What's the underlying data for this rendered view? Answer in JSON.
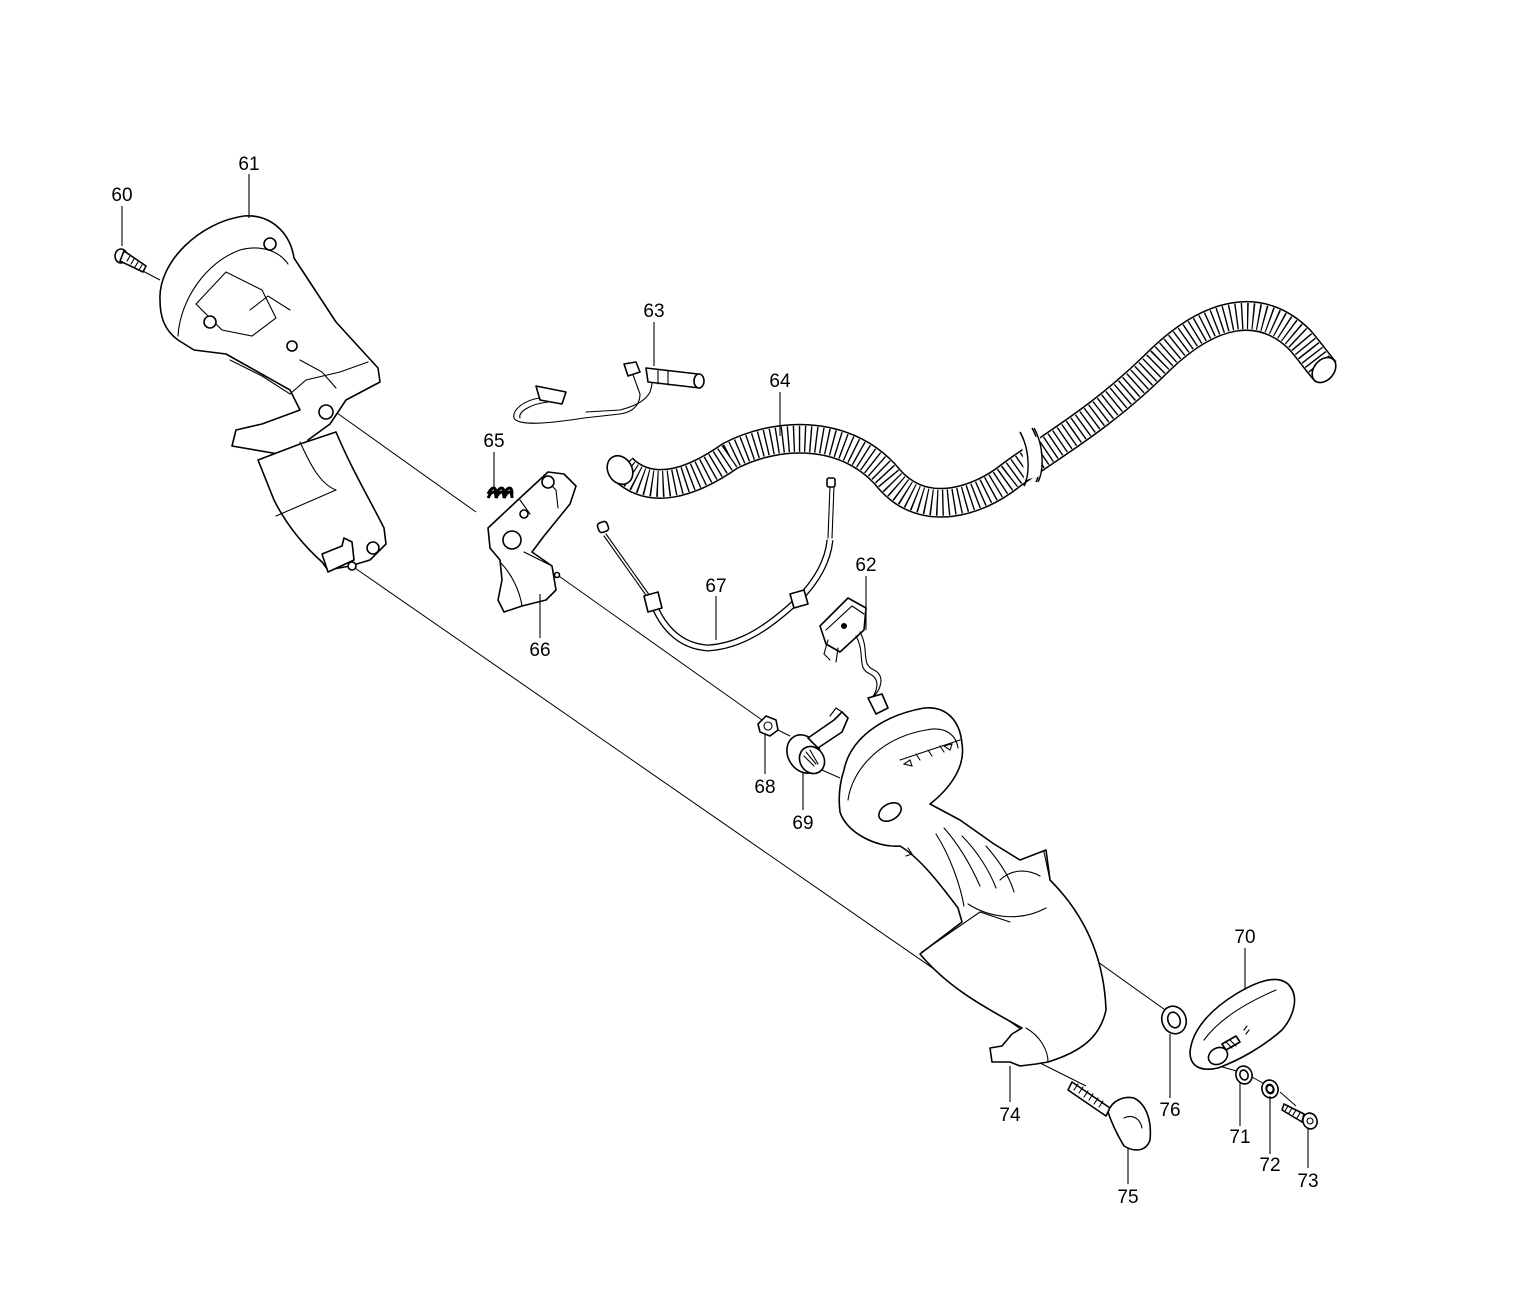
{
  "parts": [
    {
      "id": "60",
      "name": "screw"
    },
    {
      "id": "61",
      "name": "handle-half-left"
    },
    {
      "id": "62",
      "name": "switch"
    },
    {
      "id": "63",
      "name": "wire-lead"
    },
    {
      "id": "64",
      "name": "corrugated-tube"
    },
    {
      "id": "65",
      "name": "spring"
    },
    {
      "id": "66",
      "name": "throttle-trigger"
    },
    {
      "id": "67",
      "name": "throttle-cable"
    },
    {
      "id": "68",
      "name": "nut"
    },
    {
      "id": "69",
      "name": "switch-knob"
    },
    {
      "id": "70",
      "name": "cover"
    },
    {
      "id": "71",
      "name": "washer"
    },
    {
      "id": "72",
      "name": "washer"
    },
    {
      "id": "73",
      "name": "screw"
    },
    {
      "id": "74",
      "name": "handle-half-right"
    },
    {
      "id": "75",
      "name": "knob-bolt"
    },
    {
      "id": "76",
      "name": "washer"
    }
  ]
}
